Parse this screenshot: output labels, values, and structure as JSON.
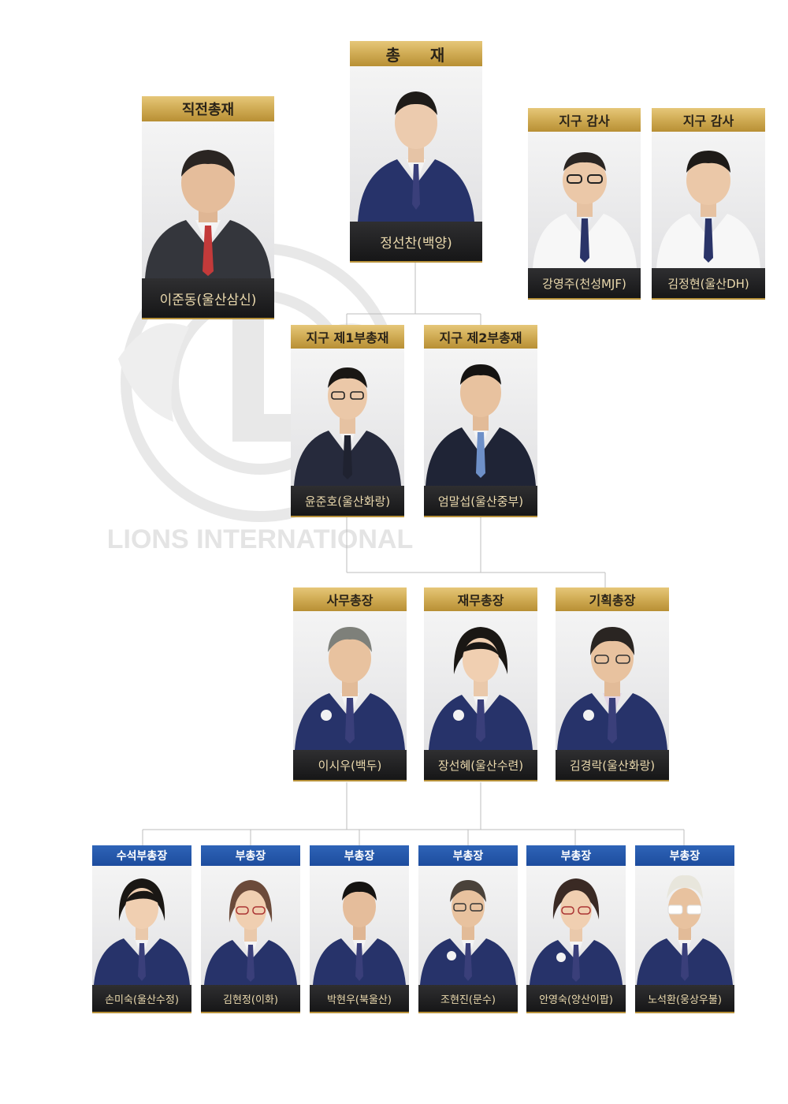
{
  "president": {
    "title": "총    재",
    "name": "정선찬(백양)"
  },
  "past_president": {
    "title": "직전총재",
    "name": "이준동(울산삼신)"
  },
  "auditors": [
    {
      "title": "지구 감사",
      "name": "강영주(천성MJF)"
    },
    {
      "title": "지구 감사",
      "name": "김정현(울산DH)"
    }
  ],
  "vice_governors": [
    {
      "title": "지구 제1부총재",
      "name": "윤준호(울산화랑)"
    },
    {
      "title": "지구 제2부총재",
      "name": "엄말섭(울산중부)"
    }
  ],
  "secretaries": [
    {
      "title": "사무총장",
      "name": "이시우(백두)"
    },
    {
      "title": "재무총장",
      "name": "장선혜(울산수련)"
    },
    {
      "title": "기획총장",
      "name": "김경락(울산화랑)"
    }
  ],
  "deputies": [
    {
      "title": "수석부총장",
      "name": "손미숙(울산수정)"
    },
    {
      "title": "부총장",
      "name": "김현정(이화)"
    },
    {
      "title": "부총장",
      "name": "박현우(북울산)"
    },
    {
      "title": "부총장",
      "name": "조현진(문수)"
    },
    {
      "title": "부총장",
      "name": "안영숙(양산이팝)"
    },
    {
      "title": "부총장",
      "name": "노석환(웅상우불)"
    }
  ],
  "watermark_text": "LIONS INTERNATIONAL",
  "colors": {
    "gold": "#d2ae57",
    "navy": "#27336a",
    "blue": "#1d4c9e",
    "name_bar": "#1e1e20",
    "name_text": "#ead9ad"
  }
}
